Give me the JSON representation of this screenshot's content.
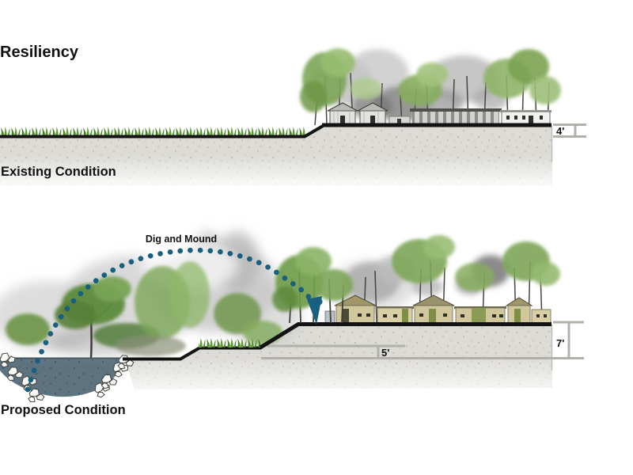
{
  "title": "Resiliency",
  "sections": {
    "existing": {
      "label": "Existing Condition",
      "elevation_dimension": "4'"
    },
    "proposed": {
      "label": "Proposed Condition",
      "strategy_annotation": "Dig and Mound",
      "dig_depth_dimension": "5'",
      "mound_height_dimension": "7'"
    }
  },
  "colors": {
    "arc_dots": "#19607e",
    "water": "#5d7380",
    "soil": "#dcdbd6",
    "dimension_line": "#b1b0ab",
    "ground_line": "#131313",
    "grass_green": "#4e8a2e",
    "tree_green": "#7da557",
    "tree_gray": "#ababab",
    "house_tan": "#d0c79c",
    "house_door_olive": "#7d8f44"
  }
}
